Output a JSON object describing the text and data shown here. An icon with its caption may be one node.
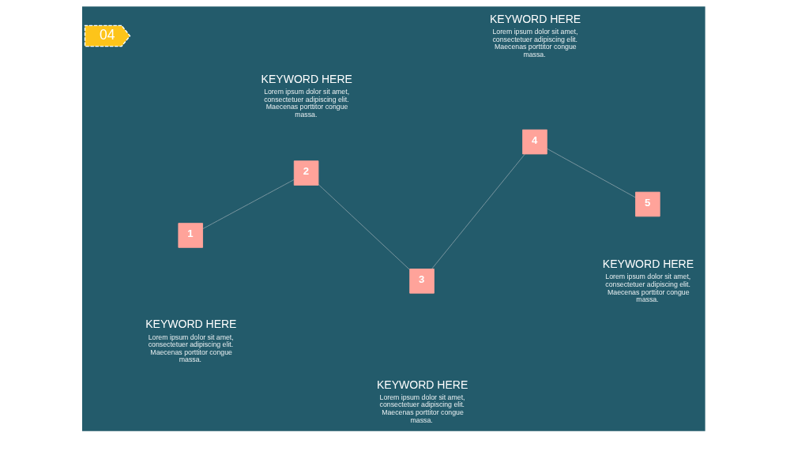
{
  "diagram": {
    "nodes": [
      {
        "text": [
          "04"
        ]
      },
      {
        "text": [
          "1"
        ],
        "beside": [
          "KEYWORD HERE",
          "Lorem ipsum dolor sit amet, consectetuer adipiscing elit. Maecenas porttitor congue massa."
        ]
      },
      {
        "text": [
          "2"
        ],
        "beside": [
          "KEYWORD HERE",
          "Lorem ipsum dolor sit amet, consectetuer adipiscing elit. Maecenas porttitor congue massa."
        ]
      },
      {
        "text": [
          "3"
        ],
        "beside": [
          "KEYWORD HERE",
          "Lorem ipsum dolor sit amet, consectetuer adipiscing elit. Maecenas porttitor congue massa."
        ]
      },
      {
        "text": [
          "4"
        ],
        "beside": [
          "KEYWORD HERE",
          "Lorem ipsum dolor sit amet, consectetuer adipiscing elit. Maecenas porttitor congue massa."
        ]
      },
      {
        "text": [
          "5"
        ],
        "beside": [
          "KEYWORD HERE",
          "Lorem ipsum dolor sit amet, consectetuer adipiscing elit. Maecenas porttitor congue massa."
        ]
      }
    ],
    "edges": [
      {
        "from": 1,
        "to": 2,
        "arrow": "none"
      },
      {
        "from": 2,
        "to": 3,
        "arrow": "none"
      },
      {
        "from": 3,
        "to": 4,
        "arrow": "none"
      },
      {
        "from": 4,
        "to": 5,
        "arrow": "none"
      }
    ]
  }
}
